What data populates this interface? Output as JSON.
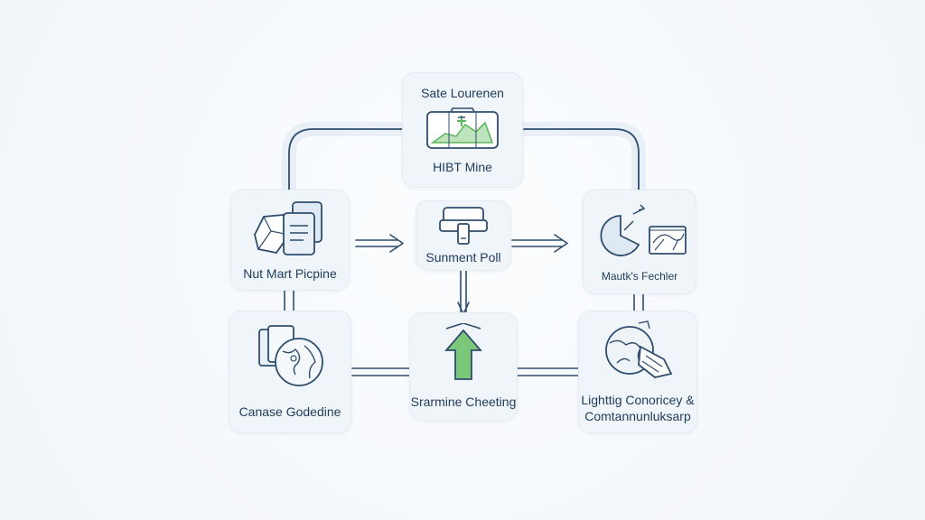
{
  "nodes": {
    "top": {
      "title": "Sate Lourenen",
      "label": "HIBT Mine",
      "icon": "map-mine-icon"
    },
    "left_top": {
      "label": "Nut Mart Picpine",
      "icon": "documents-icon"
    },
    "center_top": {
      "label": "Sunment Poll",
      "icon": "device-icon"
    },
    "right_top": {
      "label": "Mautk's Fechler",
      "icon": "pie-chart-icon"
    },
    "left_bottom": {
      "label": "Canase Godedine",
      "icon": "globe-documents-icon"
    },
    "center_bottom": {
      "label": "Srarmine Cheeting",
      "icon": "up-arrow-icon"
    },
    "right_bottom": {
      "label_line1": "Lighttig Conoricey &",
      "label_line2": "Comtannunluksarp",
      "icon": "globe-tool-icon"
    }
  },
  "colors": {
    "stroke": "#2e4d6e",
    "accent_green": "#5cb85c",
    "node_bg": "#f0f5fa",
    "connector_halo": "#e7eef5"
  }
}
